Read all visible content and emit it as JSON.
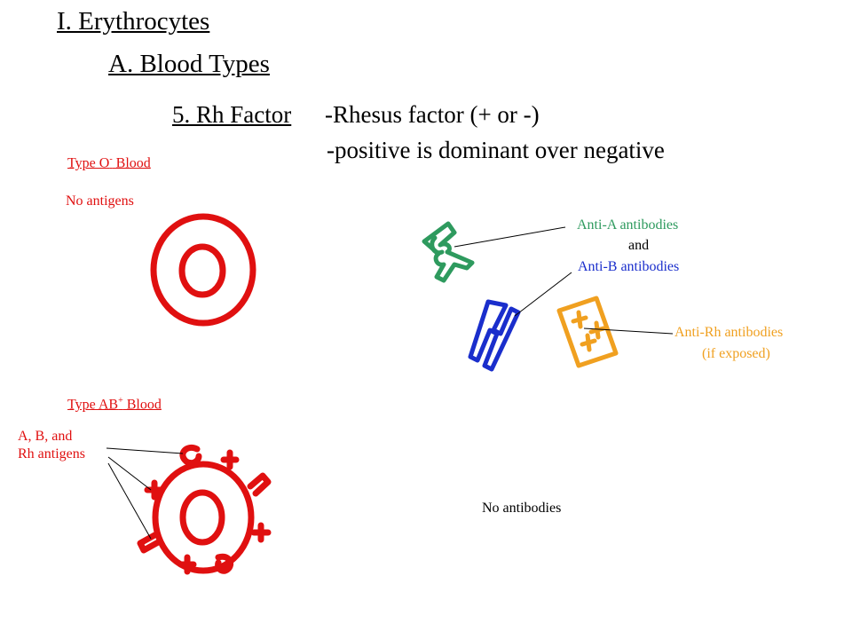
{
  "headings": {
    "section": "I.  Erythrocytes",
    "subsection": "A.  Blood Types",
    "item": "5.  Rh Factor",
    "desc1": "-Rhesus factor (+ or -)",
    "desc2": "-positive is dominant over negative"
  },
  "left_panel": {
    "type_o_neg": {
      "title_base": "Type O",
      "title_sup": "-",
      "title_tail": " Blood",
      "antigens": "No antigens"
    },
    "type_ab_pos": {
      "title_base": "Type AB",
      "title_sup": "+",
      "title_tail": " Blood",
      "antigens_line1": "A, B, and",
      "antigens_line2": "Rh antigens"
    }
  },
  "right_panel": {
    "anti_a": "Anti-A antibodies",
    "and": "and",
    "anti_b": "Anti-B antibodies",
    "anti_rh_line1": "Anti-Rh antibodies",
    "anti_rh_line2": "(if exposed)",
    "no_antibodies": "No antibodies"
  },
  "colors": {
    "cell_red": "#e01010",
    "anti_a_green": "#2e9a5e",
    "anti_b_blue": "#1a2ecc",
    "anti_rh_orange": "#f0a020"
  }
}
